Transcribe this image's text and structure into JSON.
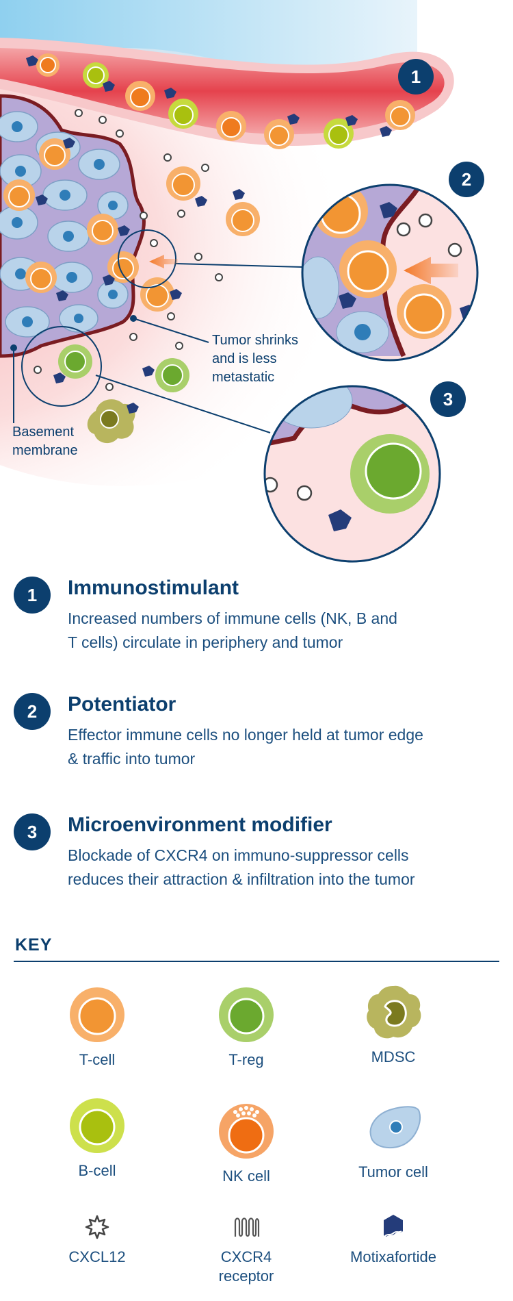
{
  "diagram": {
    "callout_tumor": [
      "Tumor shrinks",
      "and is less",
      "metastatic"
    ],
    "callout_membrane": [
      "Basement",
      "membrane"
    ],
    "badges": [
      "1",
      "2",
      "3"
    ]
  },
  "benefits": [
    {
      "number": "1",
      "title": "Immunostimulant",
      "desc_line1": "Increased numbers of immune cells (NK, B and",
      "desc_line2": "T cells) circulate in periphery and tumor"
    },
    {
      "number": "2",
      "title": "Potentiator",
      "desc_line1": "Effector immune cells no longer held at tumor edge",
      "desc_line2": "& traffic into tumor"
    },
    {
      "number": "3",
      "title": "Microenvironment modifier",
      "desc_line1": "Blockade of CXCR4 on immuno-suppressor cells",
      "desc_line2": "reduces their attraction & infiltration into the tumor"
    }
  ],
  "key": {
    "title": "KEY",
    "items": [
      {
        "label": "T-cell",
        "icon": "t-cell-icon"
      },
      {
        "label": "T-reg",
        "icon": "t-reg-icon"
      },
      {
        "label": "MDSC",
        "icon": "mdsc-icon"
      },
      {
        "label": "B-cell",
        "icon": "b-cell-icon"
      },
      {
        "label": "NK cell",
        "icon": "nk-cell-icon"
      },
      {
        "label": "Tumor cell",
        "icon": "tumor-cell-icon"
      },
      {
        "label": "CXCL12",
        "icon": "cxcl12-icon"
      },
      {
        "label": "CXCR4",
        "label2": "receptor",
        "icon": "cxcr4-receptor-icon"
      },
      {
        "label": "Motixafortide",
        "icon": "motixafortide-icon"
      }
    ]
  },
  "colors": {
    "navy": "#0c3f6e",
    "t_cell": "#f5a05a",
    "t_reg": "#8fbf4a",
    "mdsc": "#8b8a2e",
    "b_cell": "#bcd12c",
    "nk_cell": "#ef7b1e",
    "tumor_cell": "#9ec4e0",
    "vessel": "#e5424d"
  }
}
